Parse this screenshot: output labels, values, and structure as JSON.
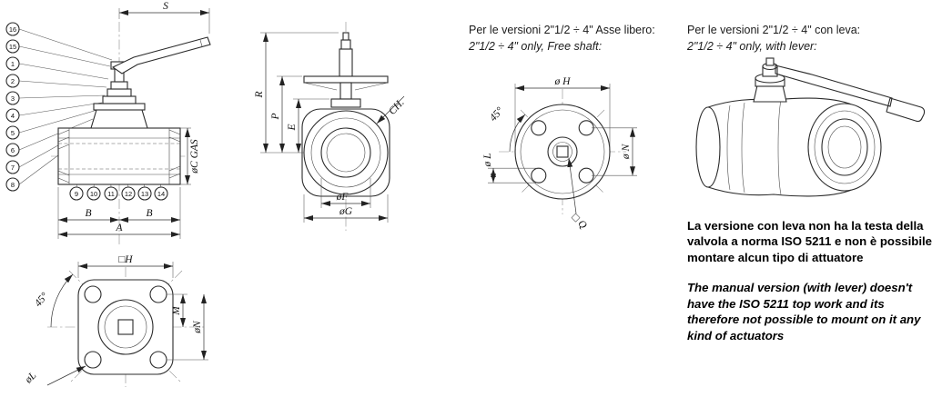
{
  "front_view": {
    "callouts_left": [
      "16",
      "15",
      "1",
      "2",
      "3",
      "4",
      "5",
      "6",
      "7",
      "8"
    ],
    "callouts_bottom": [
      "9",
      "10",
      "11",
      "12",
      "13",
      "14"
    ],
    "dims": {
      "s": "S",
      "b_left": "B",
      "b_right": "B",
      "a": "A",
      "c_gas": "øC  GAS"
    }
  },
  "side_view": {
    "dims": {
      "r": "R",
      "p": "P",
      "e": "E",
      "ch": "CH.",
      "f": "øF",
      "g": "øG"
    }
  },
  "square_flange_view": {
    "dims": {
      "h": "□H",
      "m": "M",
      "n": "øN",
      "l": "øL",
      "angle": "45°"
    }
  },
  "free_shaft_view": {
    "title_it": "Per le versioni 2\"1/2 ÷ 4\" Asse libero:",
    "title_en": "2\"1/2 ÷ 4\" only, Free shaft:",
    "dims": {
      "h": "ø H",
      "n": "ø N",
      "l": "ø L",
      "q": "□ Q",
      "angle": "45°"
    }
  },
  "lever_view": {
    "title_it": "Per le versioni 2\"1/2 ÷ 4\" con leva:",
    "title_en": "2\"1/2 ÷ 4\" only, with lever:"
  },
  "notes": {
    "it": "La versione con leva non ha la testa della valvola a norma ISO 5211 e non è possibile montare alcun tipo di attuatore",
    "en": "The manual version (with lever) doesn't have the ISO 5211 top work and its therefore not possible to mount on it any kind of actuators"
  }
}
